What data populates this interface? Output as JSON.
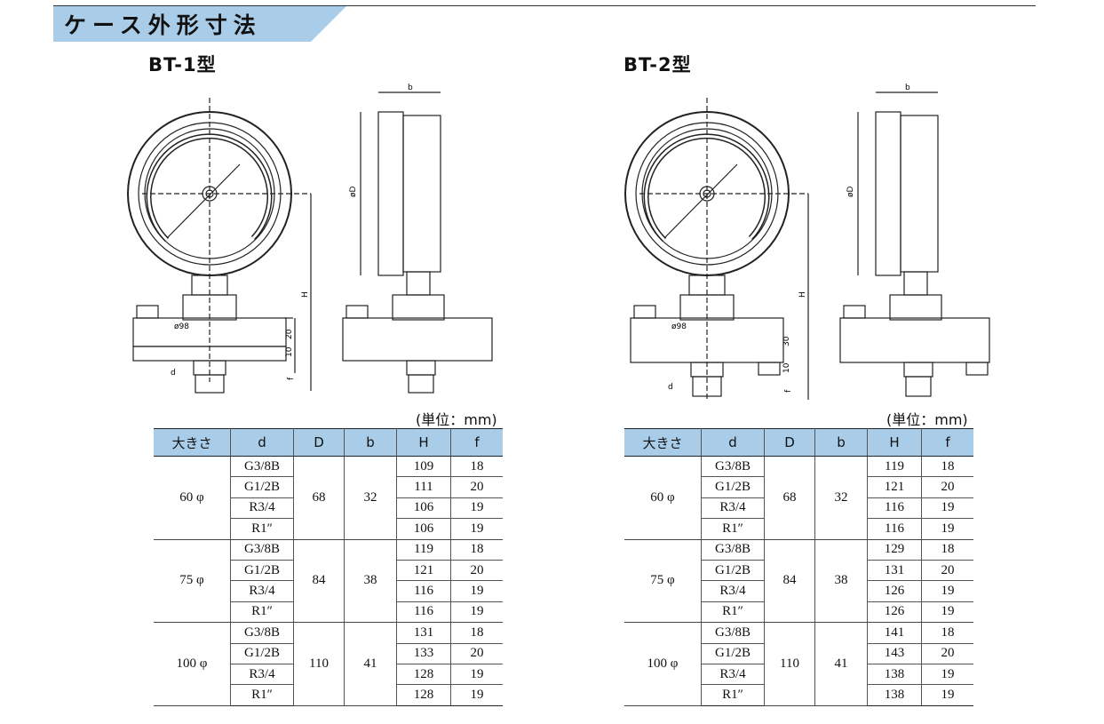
{
  "header": {
    "title": "ケース外形寸法",
    "tab_color": "#a9cde8"
  },
  "models": [
    {
      "title": "BT-1型",
      "unit": "(単位：mm)",
      "drawing_labels": {
        "b": "b",
        "D": "øD",
        "H": "H",
        "d98": "ø98",
        "h20": "20",
        "h10": "10",
        "f": "f",
        "d": "d"
      },
      "columns": [
        "大きさ",
        "d",
        "D",
        "b",
        "H",
        "f"
      ],
      "groups": [
        {
          "size": "60 φ",
          "D": "68",
          "b": "32",
          "rows": [
            {
              "d": "G3/8B",
              "H": "109",
              "f": "18"
            },
            {
              "d": "G1/2B",
              "H": "111",
              "f": "20"
            },
            {
              "d": "R3/4",
              "H": "106",
              "f": "19"
            },
            {
              "d": "R1″",
              "H": "106",
              "f": "19"
            }
          ]
        },
        {
          "size": "75 φ",
          "D": "84",
          "b": "38",
          "rows": [
            {
              "d": "G3/8B",
              "H": "119",
              "f": "18"
            },
            {
              "d": "G1/2B",
              "H": "121",
              "f": "20"
            },
            {
              "d": "R3/4",
              "H": "116",
              "f": "19"
            },
            {
              "d": "R1″",
              "H": "116",
              "f": "19"
            }
          ]
        },
        {
          "size": "100 φ",
          "D": "110",
          "b": "41",
          "rows": [
            {
              "d": "G3/8B",
              "H": "131",
              "f": "18"
            },
            {
              "d": "G1/2B",
              "H": "133",
              "f": "20"
            },
            {
              "d": "R3/4",
              "H": "128",
              "f": "19"
            },
            {
              "d": "R1″",
              "H": "128",
              "f": "19"
            }
          ]
        }
      ]
    },
    {
      "title": "BT-2型",
      "unit": "(単位：mm)",
      "drawing_labels": {
        "b": "b",
        "D": "øD",
        "H": "H",
        "d98": "ø98",
        "h20": "30",
        "h10": "10",
        "f": "f",
        "d": "d"
      },
      "columns": [
        "大きさ",
        "d",
        "D",
        "b",
        "H",
        "f"
      ],
      "groups": [
        {
          "size": "60 φ",
          "D": "68",
          "b": "32",
          "rows": [
            {
              "d": "G3/8B",
              "H": "119",
              "f": "18"
            },
            {
              "d": "G1/2B",
              "H": "121",
              "f": "20"
            },
            {
              "d": "R3/4",
              "H": "116",
              "f": "19"
            },
            {
              "d": "R1″",
              "H": "116",
              "f": "19"
            }
          ]
        },
        {
          "size": "75 φ",
          "D": "84",
          "b": "38",
          "rows": [
            {
              "d": "G3/8B",
              "H": "129",
              "f": "18"
            },
            {
              "d": "G1/2B",
              "H": "131",
              "f": "20"
            },
            {
              "d": "R3/4",
              "H": "126",
              "f": "19"
            },
            {
              "d": "R1″",
              "H": "126",
              "f": "19"
            }
          ]
        },
        {
          "size": "100 φ",
          "D": "110",
          "b": "41",
          "rows": [
            {
              "d": "G3/8B",
              "H": "141",
              "f": "18"
            },
            {
              "d": "G1/2B",
              "H": "143",
              "f": "20"
            },
            {
              "d": "R3/4",
              "H": "138",
              "f": "19"
            },
            {
              "d": "R1″",
              "H": "138",
              "f": "19"
            }
          ]
        }
      ]
    }
  ]
}
